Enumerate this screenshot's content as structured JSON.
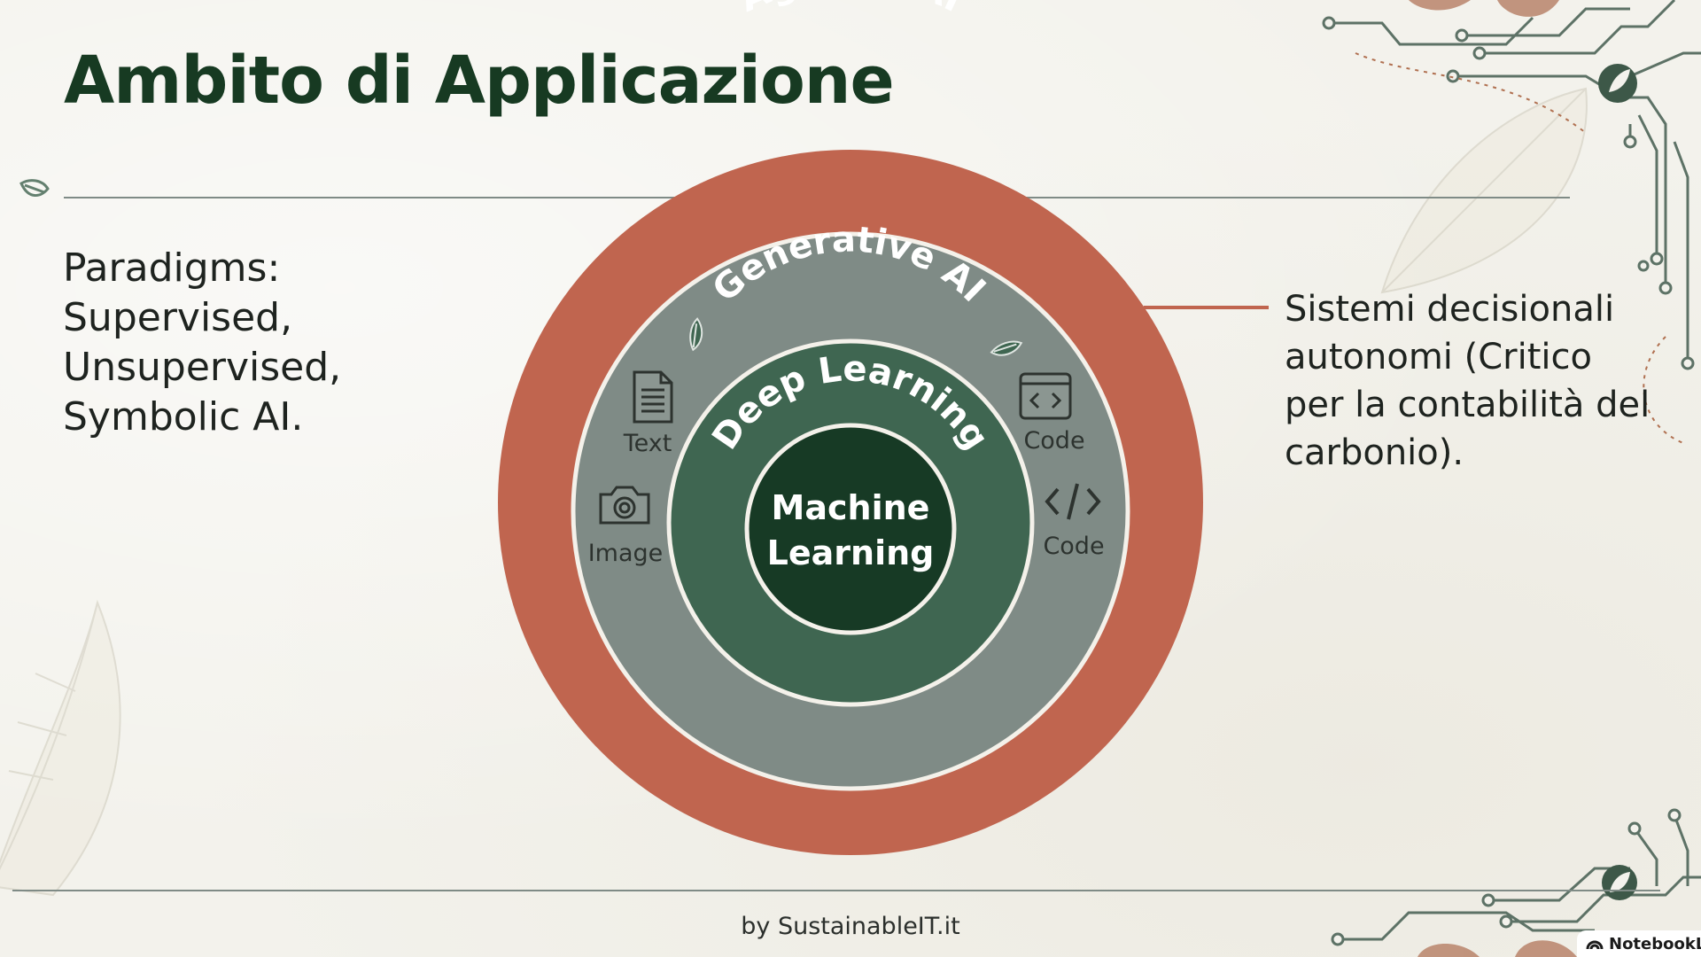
{
  "slide": {
    "title": "Ambito di Applicazione",
    "left_text": "Paradigms: Supervised, Unsupervised, Symbolic AI.",
    "right_text": "Sistemi decisionali autonomi (Critico per la contabilità del carbonio).",
    "footer": "by SustainableIT.it",
    "badge": "NotebookLM"
  },
  "diagram": {
    "rings": [
      {
        "label": "Agentic AI",
        "color": "#c0654f"
      },
      {
        "label": "Generative AI",
        "color": "#7f8b86"
      },
      {
        "label": "Deep Learning",
        "color": "#3f6651"
      },
      {
        "label": "Machine Learning",
        "color": "#173a25"
      }
    ],
    "core_lines": [
      "Machine",
      "Learning"
    ],
    "modalities": [
      {
        "label": "Text",
        "icon": "document-icon"
      },
      {
        "label": "Image",
        "icon": "camera-icon"
      },
      {
        "label": "Code",
        "icon": "code-window-icon"
      },
      {
        "label": "Code",
        "icon": "code-brackets-icon"
      }
    ],
    "connector_color": "#c0654f"
  },
  "colors": {
    "title": "#173a22",
    "background": "#f3f2ec",
    "accent": "#c0654f"
  }
}
